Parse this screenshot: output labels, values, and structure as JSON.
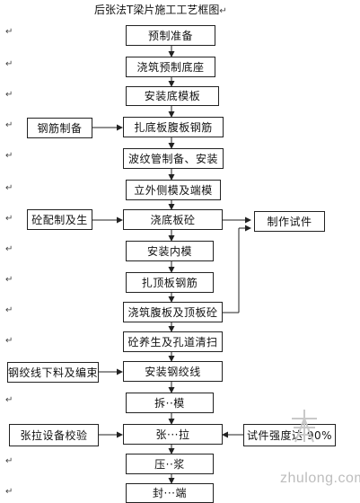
{
  "title": "后张法T梁片施工工艺框图",
  "steps": {
    "s1": "预制准备",
    "s2": "浇筑预制底座",
    "s3": "安装底模板",
    "s4": "扎底板腹板钢筋",
    "s5": "波纹管制备、安装",
    "s6": "立外侧模及端模",
    "s7": "浇底板砼",
    "s8": "安装内模",
    "s9": "扎顶板钢筋",
    "s10": "浇筑腹板及顶板砼",
    "s11": "砼养生及孔道清扫",
    "s12": "安装钢绞线",
    "s13": "拆··模",
    "s14": "张···拉",
    "s15": "压··浆",
    "s16": "封···端"
  },
  "side": {
    "rebar": "钢筋制备",
    "concrete": "砼配制及生",
    "specimen": "制作试件",
    "strand": "钢绞线下料及编束",
    "calib": "张拉设备校验",
    "strength": "试件强度达 90%"
  },
  "marks": {
    "return": "↵"
  },
  "watermark": {
    "site": "zhulong.com"
  }
}
